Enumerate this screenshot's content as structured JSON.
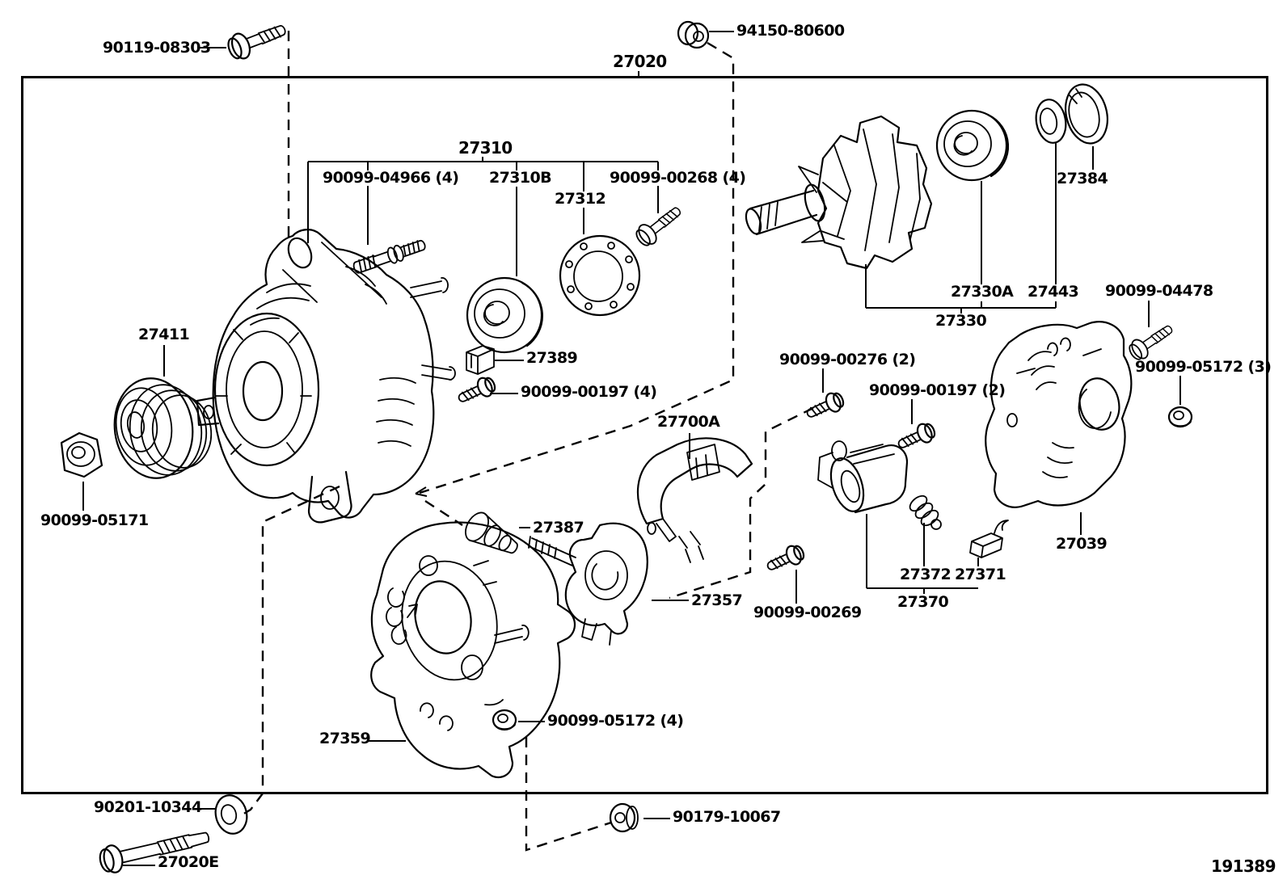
{
  "diagram": {
    "title": "Alternator exploded parts diagram",
    "assembly_part_no": "27020",
    "figure_code": "191389",
    "ink_color": "#000000",
    "background_color": "#ffffff"
  },
  "labels": {
    "b90119_08303": "90119-08303",
    "b94150_80600": "94150-80600",
    "p27020": "27020",
    "p27310": "27310",
    "s90099_04966": "90099-04966 (4)",
    "p27310B": "27310B",
    "p27312": "27312",
    "s90099_00268": "90099-00268 (4)",
    "p27384": "27384",
    "p27330A": "27330A",
    "p27443": "27443",
    "p27330": "27330",
    "s90099_04478": "90099-04478",
    "s90099_05172_3": "90099-05172 (3)",
    "s90099_00276": "90099-00276 (2)",
    "s90099_00197_2": "90099-00197 (2)",
    "p27700A": "27700A",
    "p27411": "27411",
    "p27389": "27389",
    "s90099_00197_4": "90099-00197 (4)",
    "s90099_05171": "90099-05171",
    "p27387": "27387",
    "p27357": "27357",
    "s90099_00269": "90099-00269",
    "p27372": "27372",
    "p27371": "27371",
    "p27370": "27370",
    "p27039": "27039",
    "p27359": "27359",
    "s90099_05172_4": "90099-05172 (4)",
    "w90201_10344": "90201-10344",
    "p27020E": "27020E",
    "n90179_10067": "90179-10067",
    "figure_number": "191389"
  }
}
